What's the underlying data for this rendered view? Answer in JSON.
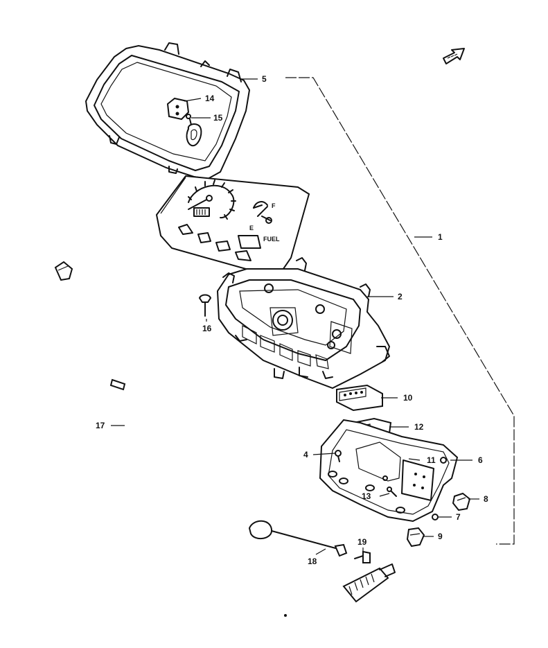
{
  "callouts": [
    {
      "id": "c1",
      "label": "1"
    },
    {
      "id": "c2",
      "label": "2"
    },
    {
      "id": "c4",
      "label": "4"
    },
    {
      "id": "c5",
      "label": "5"
    },
    {
      "id": "c6",
      "label": "6"
    },
    {
      "id": "c7",
      "label": "7"
    },
    {
      "id": "c8",
      "label": "8"
    },
    {
      "id": "c9",
      "label": "9"
    },
    {
      "id": "c10",
      "label": "10"
    },
    {
      "id": "c11",
      "label": "11"
    },
    {
      "id": "c12",
      "label": "12"
    },
    {
      "id": "c13",
      "label": "13"
    },
    {
      "id": "c14",
      "label": "14"
    },
    {
      "id": "c15",
      "label": "15"
    },
    {
      "id": "c16",
      "label": "16"
    },
    {
      "id": "c17",
      "label": "17"
    },
    {
      "id": "c18",
      "label": "18"
    },
    {
      "id": "c19",
      "label": "19"
    }
  ],
  "panel": {
    "fuel_label": "FUEL",
    "fuel_full": "F",
    "fuel_empty": "E"
  }
}
